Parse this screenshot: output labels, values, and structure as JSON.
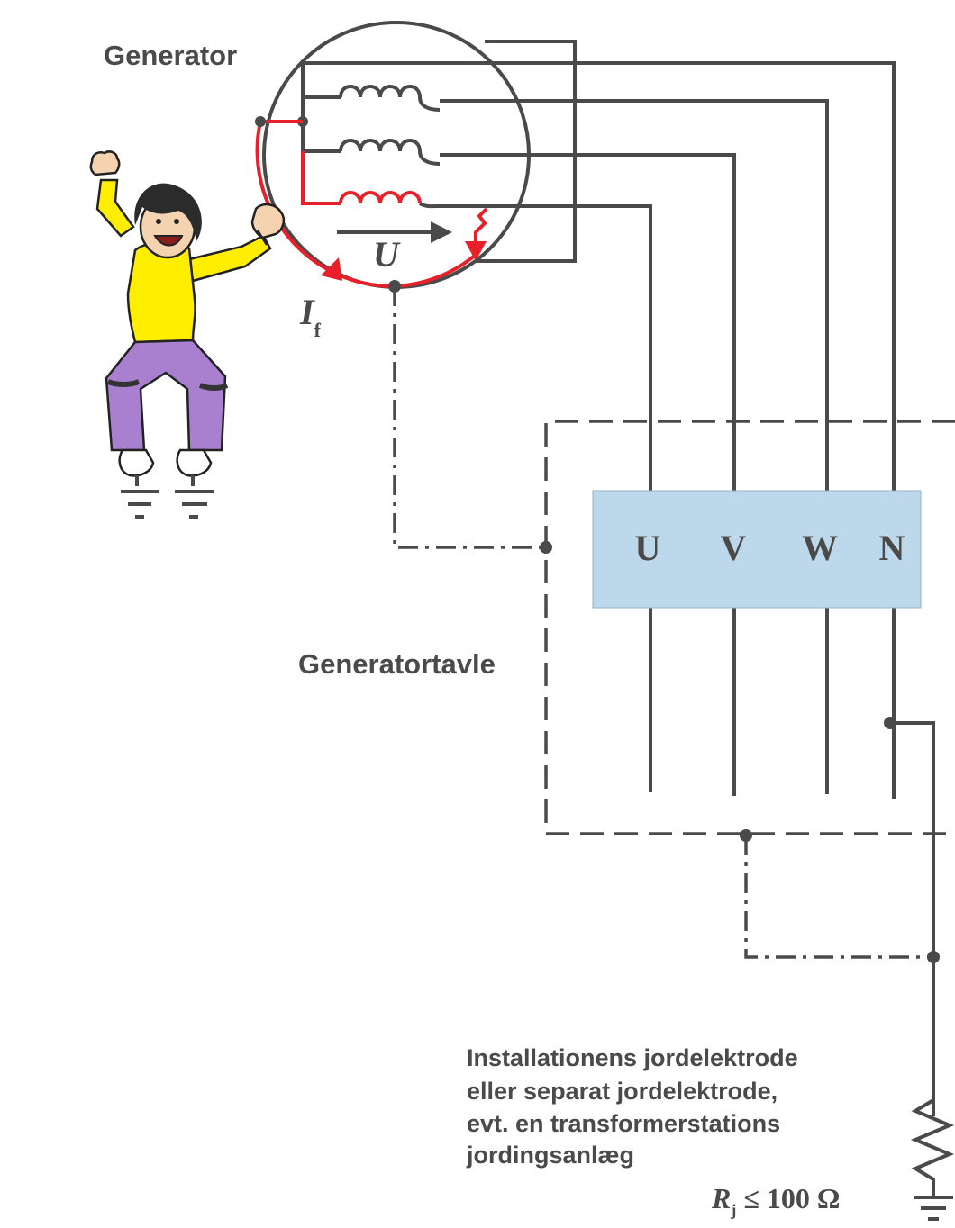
{
  "labels": {
    "generator": "Generator",
    "generatortavle": "Generatortavle",
    "voltage": "U",
    "fault_current_main": "I",
    "fault_current_sub": "f",
    "resistance_main": "R",
    "resistance_sub": "j",
    "resistance_rest": " ≤ 100 Ω",
    "electrode_lines": [
      "Installationens jordelektrode",
      "eller separat jordelektrode,",
      "evt. en transformerstations",
      "jordingsanlæg"
    ]
  },
  "terminals": [
    "U",
    "V",
    "W",
    "N"
  ],
  "colors": {
    "wire": "#4a4a4a",
    "fault_path": "#e8202a",
    "terminal_block": "#bcd8ea",
    "person_shirt": "#ffee00",
    "person_pants": "#a97fd0"
  }
}
